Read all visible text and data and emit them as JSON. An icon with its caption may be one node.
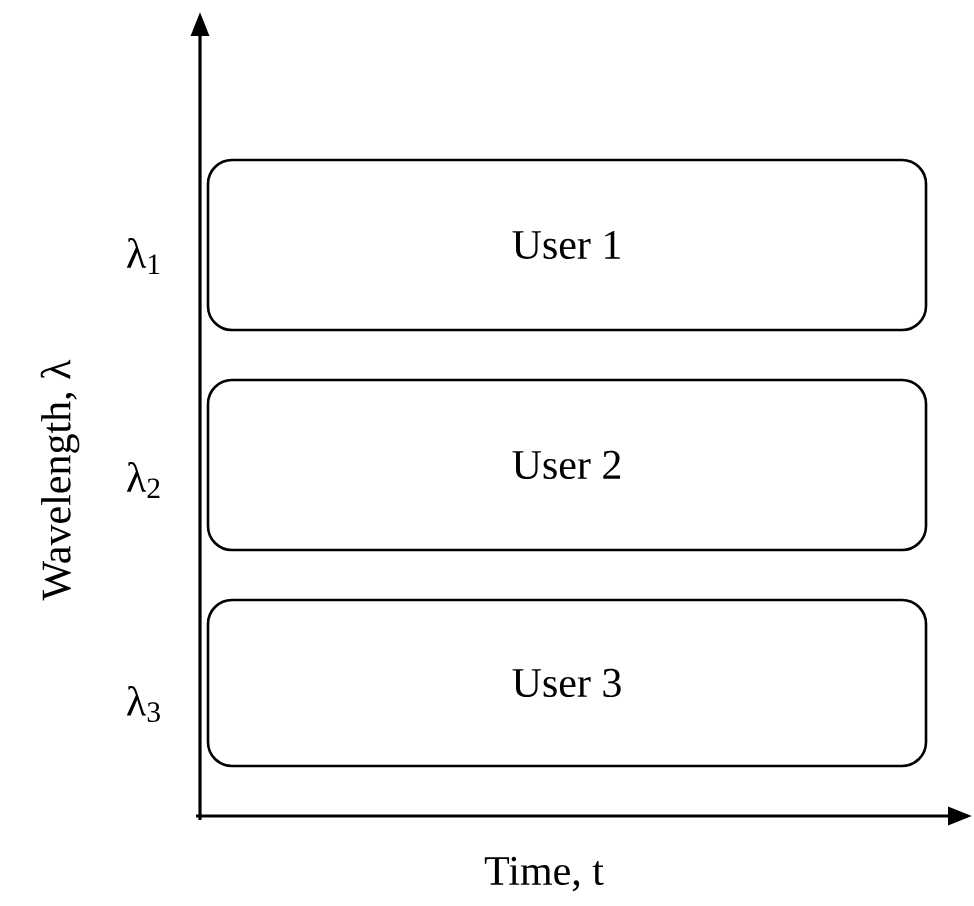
{
  "diagram": {
    "nodes": [
      {
        "text": [
          "User 1"
        ]
      },
      {
        "text": [
          "User 2"
        ]
      },
      {
        "text": [
          "User 3"
        ]
      }
    ],
    "labels": [
      "λ$_{1}$",
      "λ$_{2}$",
      "λ$_{3}$",
      "Wavelength, λ",
      "Time, t"
    ]
  }
}
